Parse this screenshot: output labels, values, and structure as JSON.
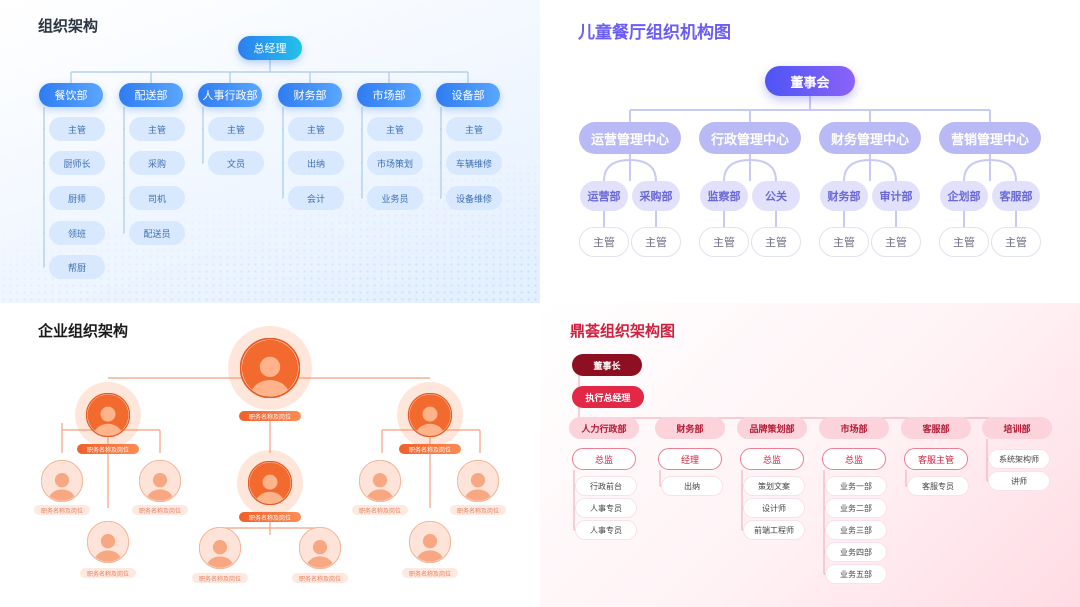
{
  "panel1": {
    "title": "组织架构",
    "top": "总经理",
    "departments": [
      {
        "name": "餐饮部",
        "staff": [
          "主管",
          "厨师长",
          "厨师",
          "领班",
          "帮厨"
        ]
      },
      {
        "name": "配送部",
        "staff": [
          "主管",
          "采购",
          "司机",
          "配送员"
        ]
      },
      {
        "name": "人事行政部",
        "staff": [
          "主管",
          "文员"
        ]
      },
      {
        "name": "财务部",
        "staff": [
          "主管",
          "出纳",
          "会计"
        ]
      },
      {
        "name": "市场部",
        "staff": [
          "主管",
          "市场策划",
          "业务员"
        ]
      },
      {
        "name": "设备部",
        "staff": [
          "主管",
          "车辆维修",
          "设备维修"
        ]
      }
    ]
  },
  "panel2": {
    "title": "儿童餐厅组织机构图",
    "top": "董事会",
    "centers": [
      {
        "name": "运营管理中心",
        "depts": [
          {
            "name": "运营部",
            "staff": "主管"
          },
          {
            "name": "采购部",
            "staff": "主管"
          }
        ]
      },
      {
        "name": "行政管理中心",
        "depts": [
          {
            "name": "监察部",
            "staff": "主管"
          },
          {
            "name": "公关",
            "staff": "主管"
          }
        ]
      },
      {
        "name": "财务管理中心",
        "depts": [
          {
            "name": "财务部",
            "staff": "主管"
          },
          {
            "name": "审计部",
            "staff": "主管"
          }
        ]
      },
      {
        "name": "营销管理中心",
        "depts": [
          {
            "name": "企划部",
            "staff": "主管"
          },
          {
            "name": "客服部",
            "staff": "主管"
          }
        ]
      }
    ]
  },
  "panel3": {
    "title": "企业组织架构",
    "position_label": "职务名称及岗位"
  },
  "panel4": {
    "title": "鼎荟组织架构图",
    "chairman": "董事长",
    "ceo": "执行总经理",
    "departments": [
      {
        "name": "人力行政部",
        "head": "总监",
        "staff": [
          "行政前台",
          "人事专员",
          "人事专员"
        ]
      },
      {
        "name": "财务部",
        "head": "经理",
        "staff": [
          "出纳"
        ]
      },
      {
        "name": "品牌策划部",
        "head": "总监",
        "staff": [
          "策划文案",
          "设计师",
          "前端工程师"
        ]
      },
      {
        "name": "市场部",
        "head": "总监",
        "staff": [
          "业务一部",
          "业务二部",
          "业务三部",
          "业务四部",
          "业务五部"
        ]
      },
      {
        "name": "客服部",
        "head": "客服主管",
        "staff": [
          "客服专员"
        ]
      },
      {
        "name": "培训部",
        "head": "",
        "staff": [
          "系统架构师",
          "讲师"
        ]
      }
    ]
  },
  "colors": {
    "blue": "#2f7cf2",
    "purple": "#6a5cf5",
    "orange": "#f0602a",
    "crimson": "#8e0f22",
    "red": "#e22747"
  }
}
